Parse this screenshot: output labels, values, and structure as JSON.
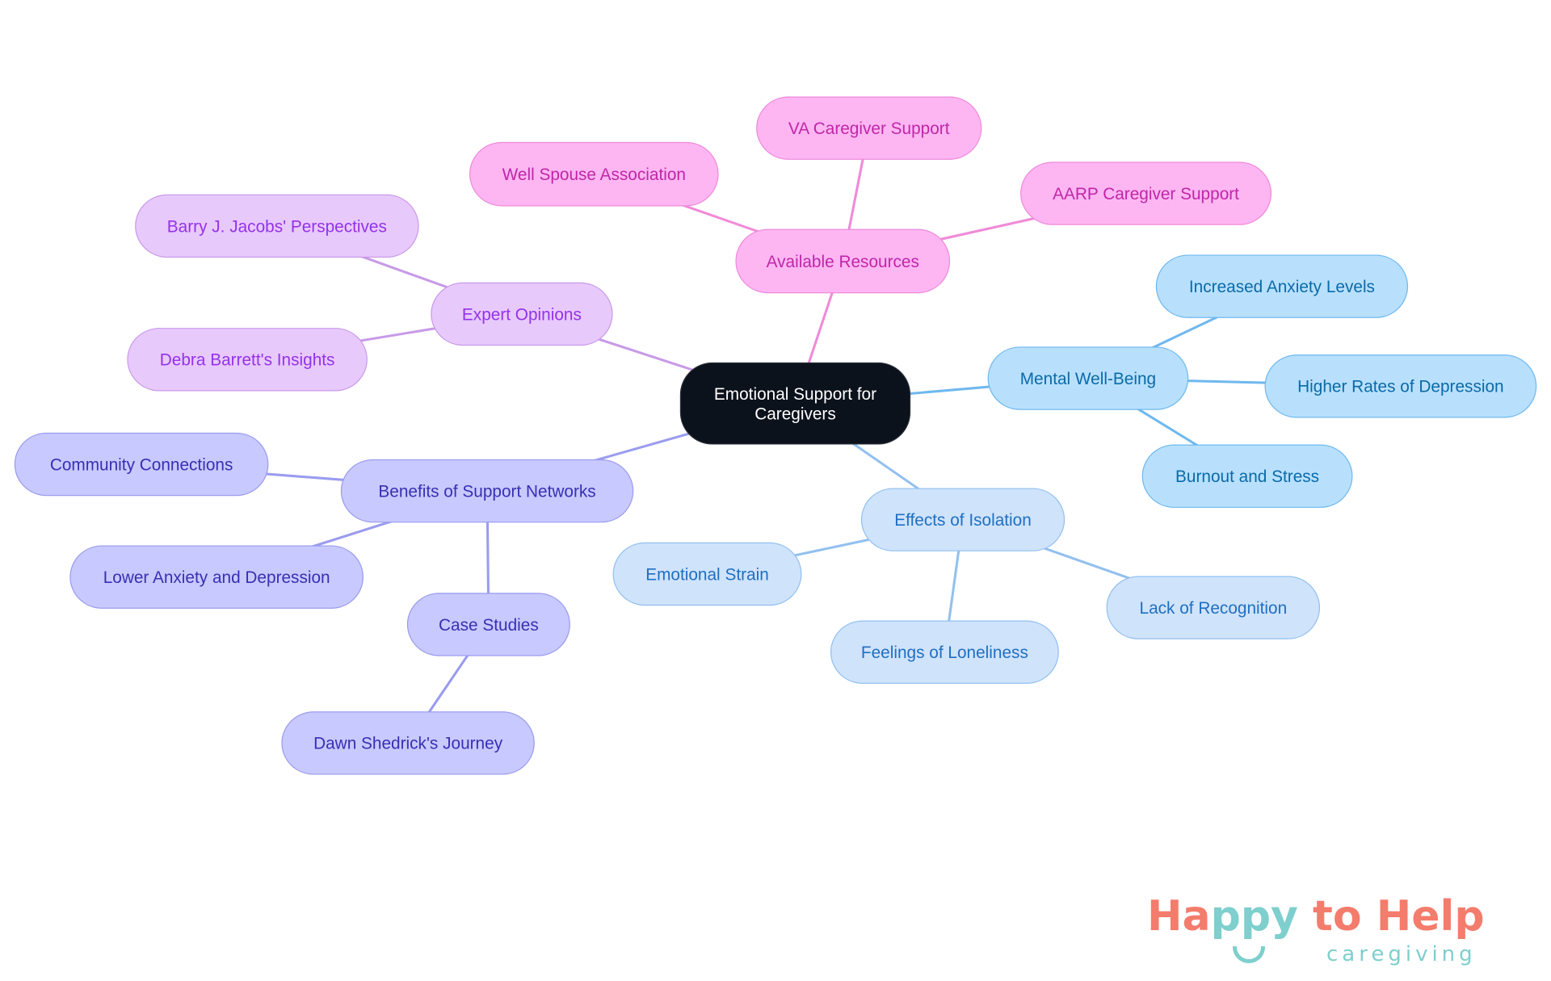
{
  "root": {
    "id": "root",
    "label_lines": [
      "Emotional Support for",
      "Caregivers"
    ],
    "colors": {
      "fill": "#0c121c",
      "stroke": "#2a2f38",
      "text": "#ffffff",
      "edge": "#000000"
    },
    "children": [
      {
        "id": "resources",
        "label": "Available Resources",
        "colors": {
          "fill": "#fdb6f2",
          "stroke": "#ee8adb",
          "text": "#c026a8",
          "edge": "#f08ad8"
        },
        "children": [
          {
            "id": "va",
            "label": "VA Caregiver Support"
          },
          {
            "id": "wellspouse",
            "label": "Well Spouse Association"
          },
          {
            "id": "aarp",
            "label": "AARP Caregiver Support"
          }
        ]
      },
      {
        "id": "experts",
        "label": "Expert Opinions",
        "colors": {
          "fill": "#e8c9fc",
          "stroke": "#c99ae9",
          "text": "#9333ea",
          "edge": "#c89ae8"
        },
        "children": [
          {
            "id": "barry",
            "label": "Barry J. Jacobs' Perspectives"
          },
          {
            "id": "debra",
            "label": "Debra Barrett's Insights"
          }
        ]
      },
      {
        "id": "benefits",
        "label": "Benefits of Support Networks",
        "colors": {
          "fill": "#c8c9fe",
          "stroke": "#9a9cef",
          "text": "#3730b3",
          "edge": "#9a9cef"
        },
        "children": [
          {
            "id": "community",
            "label": "Community Connections"
          },
          {
            "id": "lower",
            "label": "Lower Anxiety and Depression"
          },
          {
            "id": "cases",
            "label": "Case Studies",
            "children": [
              {
                "id": "dawn",
                "label": "Dawn Shedrick's Journey"
              }
            ]
          }
        ]
      },
      {
        "id": "mental",
        "label": "Mental Well-Being",
        "colors": {
          "fill": "#b8e0fd",
          "stroke": "#6fb8ef",
          "text": "#0b6aa8",
          "edge": "#6fb8ef"
        },
        "children": [
          {
            "id": "anxiety",
            "label": "Increased Anxiety Levels"
          },
          {
            "id": "depression",
            "label": "Higher Rates of Depression"
          },
          {
            "id": "burnout",
            "label": "Burnout and Stress"
          }
        ]
      },
      {
        "id": "isolation",
        "label": "Effects of Isolation",
        "colors": {
          "fill": "#cfe3fb",
          "stroke": "#92c0f0",
          "text": "#1f6fc2",
          "edge": "#92c0f0"
        },
        "children": [
          {
            "id": "strain",
            "label": "Emotional Strain"
          },
          {
            "id": "lonely",
            "label": "Feelings of Loneliness"
          },
          {
            "id": "recognition",
            "label": "Lack of Recognition"
          }
        ]
      }
    ]
  },
  "logo": {
    "main_a": "Ha",
    "main_b": "ppy",
    "main_c": " to Help",
    "sub": "caregiving",
    "colors": {
      "coral": "#f47c6c",
      "teal": "#7ecfcd"
    }
  }
}
